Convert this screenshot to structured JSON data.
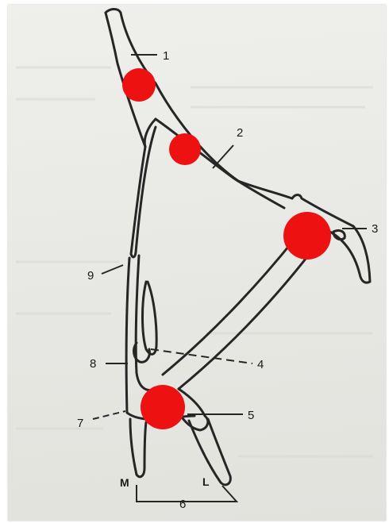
{
  "labels": {
    "l1": "1",
    "l2": "2",
    "l3": "3",
    "l4": "4",
    "l5": "5",
    "l6": "6",
    "l7": "7",
    "l8": "8",
    "l9": "9",
    "m": "M",
    "l": "L"
  },
  "colors": {
    "marker": "#ee1111",
    "ink": "#262626",
    "paper": "#e9e9e5"
  }
}
